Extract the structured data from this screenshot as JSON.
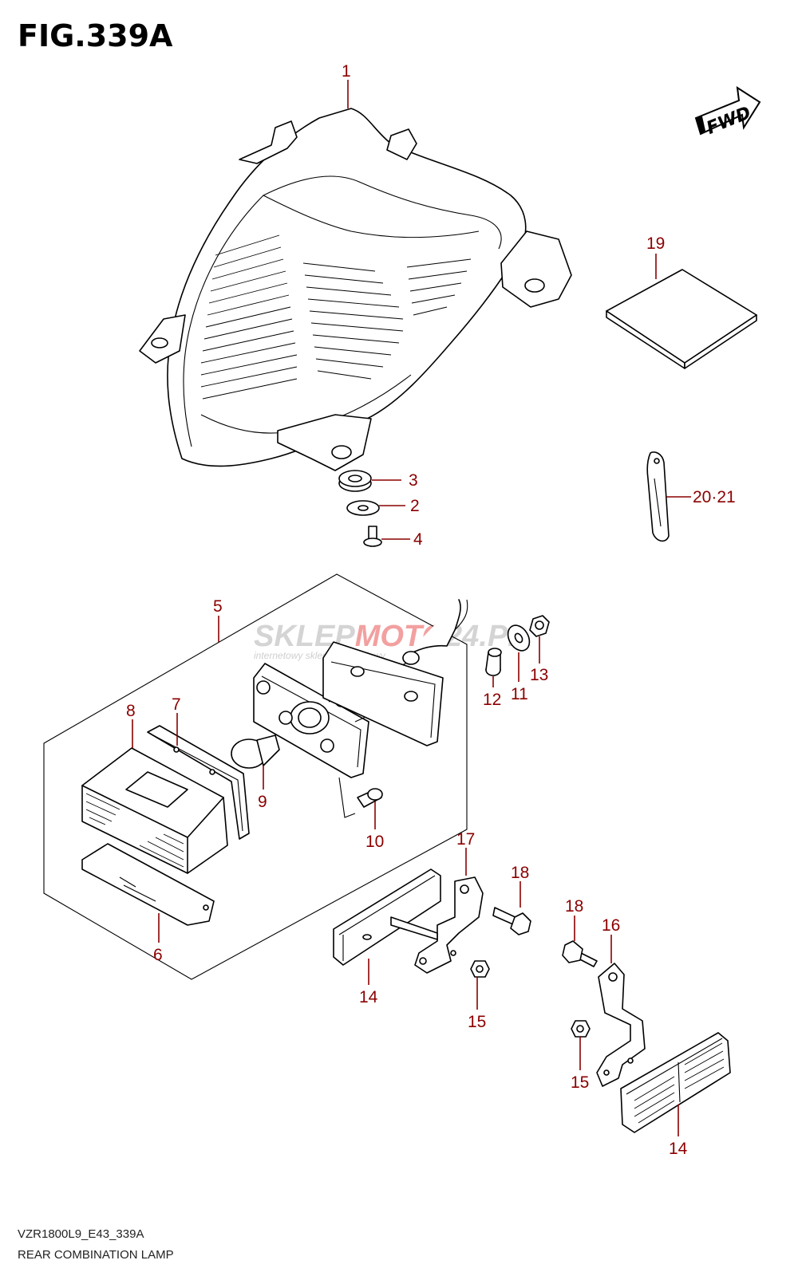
{
  "header": {
    "figure_title": "FIG.339A"
  },
  "fwd_badge": {
    "label": "FWD"
  },
  "watermark": {
    "main_gray": "SKLEP",
    "main_red": "MOTO",
    "main_suffix": "24.PL",
    "subtitle": "internetowy sklep motocyklowy",
    "gray_color": "#d4d4d4",
    "red_color": "#f2a0a0"
  },
  "callouts": {
    "c1": "1",
    "c2": "2",
    "c3": "3",
    "c4": "4",
    "c5": "5",
    "c6": "6",
    "c7": "7",
    "c8": "8",
    "c9": "9",
    "c10": "10",
    "c11": "11",
    "c12": "12",
    "c13": "13",
    "c14a": "14",
    "c14b": "14",
    "c15a": "15",
    "c15b": "15",
    "c16": "16",
    "c17": "17",
    "c18a": "18",
    "c18b": "18",
    "c19": "19",
    "c20_21": "20·21"
  },
  "footer": {
    "code": "VZR1800L9_E43_339A",
    "caption": "REAR COMBINATION LAMP"
  },
  "colors": {
    "callout": "#8b0000",
    "line": "#000000"
  }
}
